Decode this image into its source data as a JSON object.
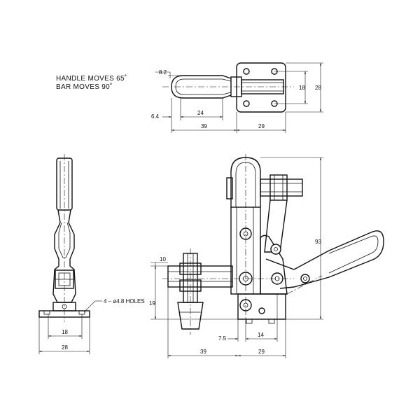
{
  "notes": {
    "line1": "HANDLE  MOVES  65˚",
    "line2": "BAR        MOVES  90˚"
  },
  "top_view": {
    "dim_8_2": "8.2",
    "dim_6_4": "6.4",
    "dim_24": "24",
    "dim_39": "39",
    "dim_29": "29",
    "dim_18": "18",
    "dim_28": "28"
  },
  "side_view": {
    "holes_label": "4 – ø4.8 HOLES",
    "dim_18": "18",
    "dim_28": "28"
  },
  "front_view": {
    "dim_10": "10",
    "dim_19": "19",
    "dim_7_5": "7.5",
    "dim_14": "14",
    "dim_39": "39",
    "dim_29": "29",
    "dim_93": "93"
  }
}
